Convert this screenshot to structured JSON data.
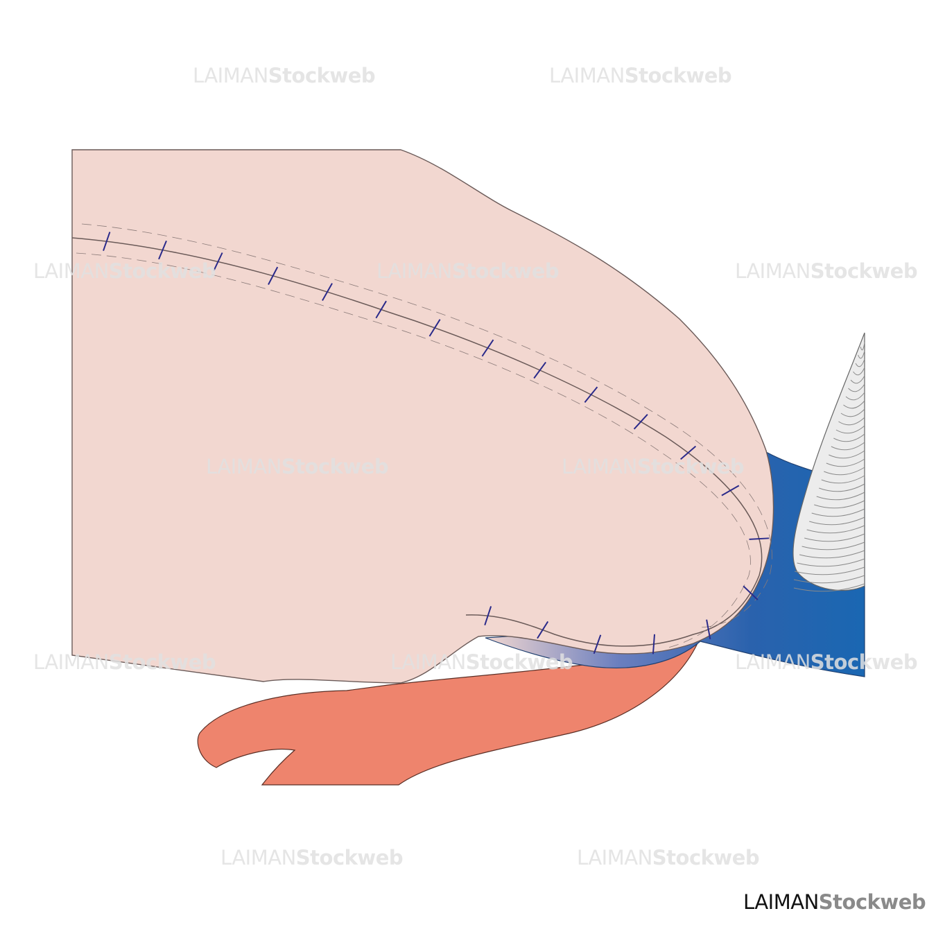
{
  "watermark": {
    "part1": "LAIMAN",
    "part2": "Stockweb"
  },
  "logo": {
    "part1": "LAIMAN",
    "part2": "Stockweb"
  },
  "colors": {
    "tissue": "#f2d7d0",
    "vessel_blue": "#1a67b2",
    "artery_salmon": "#ee846d",
    "suture": "#2a2a8a",
    "coil": "#ececec"
  }
}
